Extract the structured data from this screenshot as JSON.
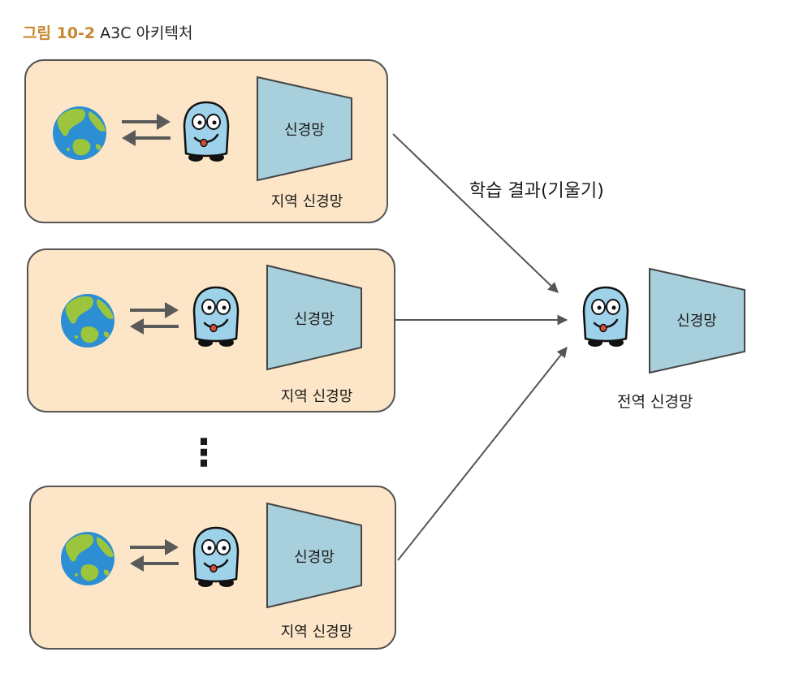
{
  "caption": {
    "figure_label": "그림 10-2",
    "title": "A3C 아키텍처"
  },
  "local_panels": [
    {
      "network_label": "신경망",
      "panel_label": "지역 신경망"
    },
    {
      "network_label": "신경망",
      "panel_label": "지역 신경망"
    },
    {
      "network_label": "신경망",
      "panel_label": "지역 신경망"
    }
  ],
  "ellipsis": "⋮",
  "gradient_label": "학습 결과(기울기)",
  "global": {
    "network_label": "신경망",
    "panel_label": "전역 신경망"
  },
  "colors": {
    "panel_fill": "#fde6c8",
    "network_fill": "#a8cfdc",
    "agent_fill": "#9ed2ea",
    "ocean": "#2d8fd3",
    "land": "#9bc53d",
    "accent": "#c8872e",
    "arrow": "#555555"
  },
  "icons": {
    "environment": "globe-icon",
    "agent": "robot-agent-icon",
    "exchange": "exchange-arrows-icon"
  }
}
